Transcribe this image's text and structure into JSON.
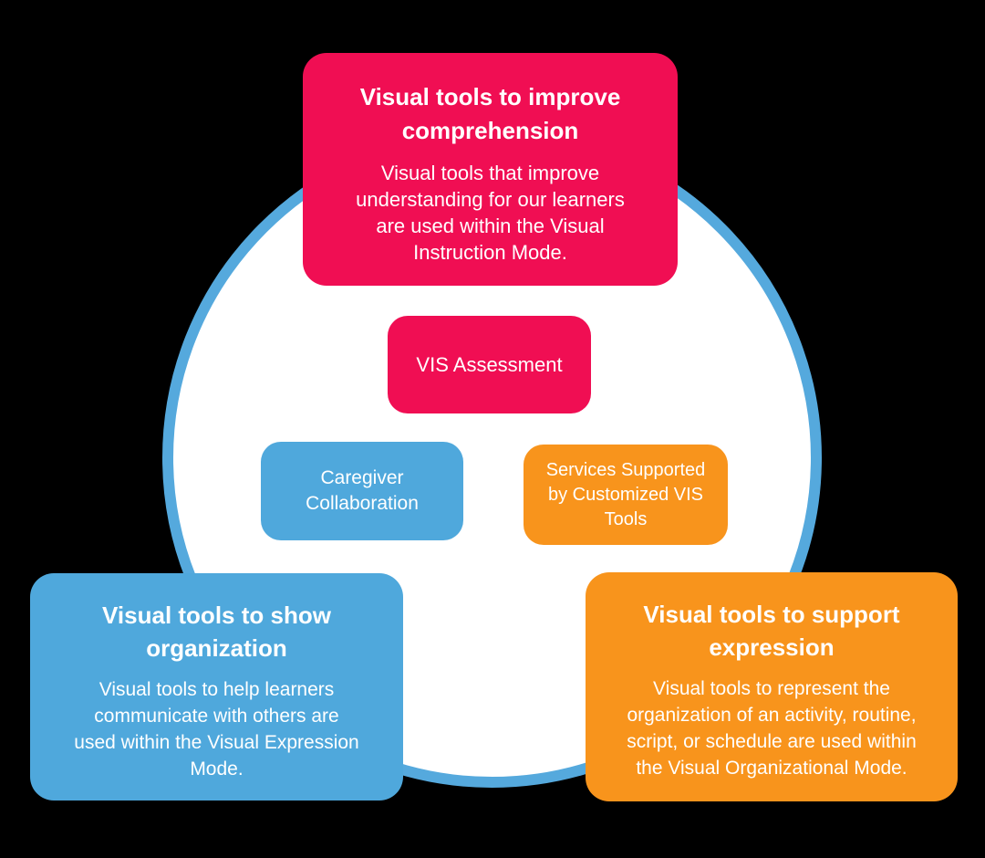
{
  "colors": {
    "background": "#000000",
    "pink": "#F00E53",
    "blue": "#4FA8DC",
    "orange": "#F8941C",
    "circle_fill": "#FFFFFF",
    "circle_border": "#55A9DD",
    "text": "#FFFFFF"
  },
  "diagram": {
    "top_card": {
      "title_lines": [
        "Visual tools to improve",
        "comprehension"
      ],
      "body_lines": [
        "Visual tools that improve",
        "understanding for our learners",
        "are used within the Visual",
        "Instruction Mode."
      ]
    },
    "center_card": {
      "label": "VIS Assessment"
    },
    "left_card": {
      "label_lines": [
        "Caregiver",
        "Collaboration"
      ]
    },
    "right_card": {
      "label_lines": [
        "Services Supported",
        "by Customized VIS",
        "Tools"
      ]
    },
    "bottom_left_card": {
      "title_lines": [
        "Visual tools to show",
        "organization"
      ],
      "body_lines": [
        "Visual tools to help learners",
        "communicate with others are",
        "used within the Visual Expression",
        "Mode."
      ]
    },
    "bottom_right_card": {
      "title_lines": [
        "Visual tools to support",
        "expression"
      ],
      "body_lines": [
        "Visual tools to represent the",
        "organization of an activity, routine,",
        "script, or schedule are used within",
        "the Visual Organizational Mode."
      ]
    }
  }
}
